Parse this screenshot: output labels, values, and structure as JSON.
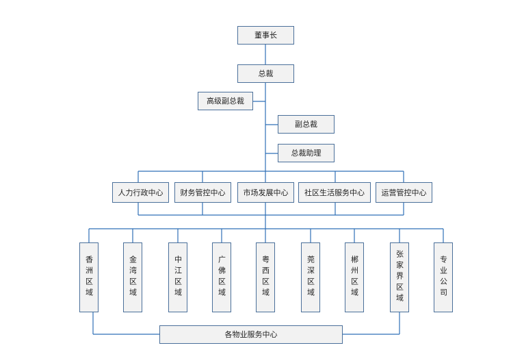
{
  "org": {
    "chairman": "董事长",
    "president": "总裁",
    "senior_vp": "高级副总裁",
    "vp": "副总裁",
    "assistant": "总裁助理",
    "centers": [
      "人力行政中心",
      "财务管控中心",
      "市场发展中心",
      "社区生活服务中心",
      "运营管控中心"
    ],
    "regions": [
      "香洲区域",
      "金湾区域",
      "中江区域",
      "广佛区域",
      "粤西区域",
      "莞深区域",
      "郴州区域",
      "张家界区域",
      "专业公司"
    ],
    "property_center": "各物业服务中心"
  },
  "colors": {
    "line": "#2e6fb6",
    "box_border": "#4a6f9a",
    "box_fill": "#f2f2f2"
  }
}
